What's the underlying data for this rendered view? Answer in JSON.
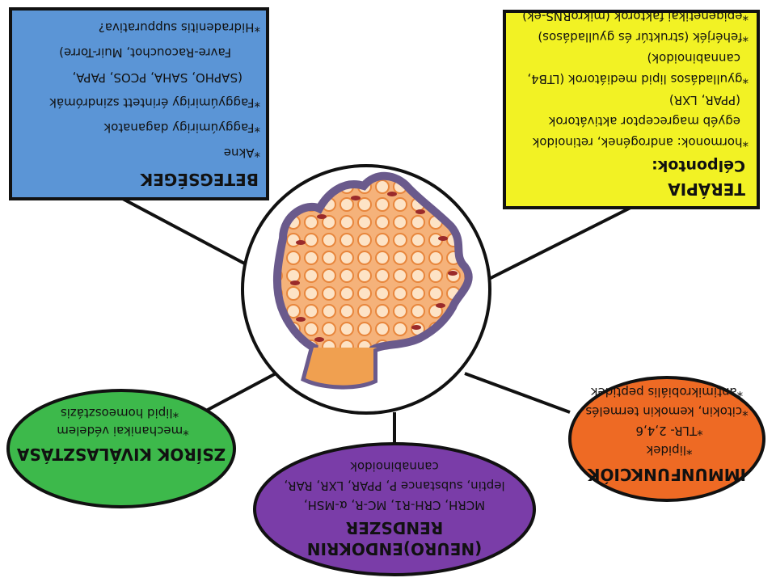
{
  "colors": {
    "diseases_box": "#5b95d6",
    "therapy_box": "#f2f224",
    "lipid_ellipse": "#3db94b",
    "neuro_ellipse": "#7a3da8",
    "immune_ellipse": "#ee6a24",
    "outline": "#111111"
  },
  "diseases": {
    "title": "BETEGSÉGEK",
    "lines": [
      "*Akne",
      "*Faggyúmirigy daganatok",
      "*Faggyúmirigy érintett szindrómák",
      "(SAPHO, SAHA, PCOS, PAPA,",
      "Favre-Racouchot, Muir-Torre)",
      "*Hidradenitis suppurativa?"
    ]
  },
  "therapy": {
    "title": "TERÁPIA",
    "subtitle": "Célpontok:",
    "lines": [
      "*hormonok: androgének, retinoidok",
      "egyéb magreceptor aktivátorok",
      "(PPAR, LXR)",
      "*gyulladásos lipid mediátorok (LTB4,",
      "cannabinoidok)",
      "*fehérjék (struktúr és gyulladásos)",
      "*epigenetikai faktorok (mikroRNS-ek)"
    ]
  },
  "lipid": {
    "title": "ZSÍROK KIVÁLASZTÁSA",
    "lines": [
      "*mechanikai védelem",
      "*lipid homeosztázis"
    ]
  },
  "neuro": {
    "title_line1": "(NEURO)ENDOKRIN",
    "title_line2": "RENDSZER",
    "lines": [
      "MCRH, CRH-R1, MC-R, α-MSH,",
      "leptin, substance P, PPAR, LXR, RAR,",
      "cannabinoidok"
    ]
  },
  "immune": {
    "title": "IMMUNFUNKCIÓK",
    "lines": [
      "*lipidek",
      "*TLR- 2,4,6",
      "*citokin, kemokin termelés",
      "*antimikrobiális peptidek"
    ]
  },
  "center": {
    "icon": "sebaceous-gland-icon"
  }
}
